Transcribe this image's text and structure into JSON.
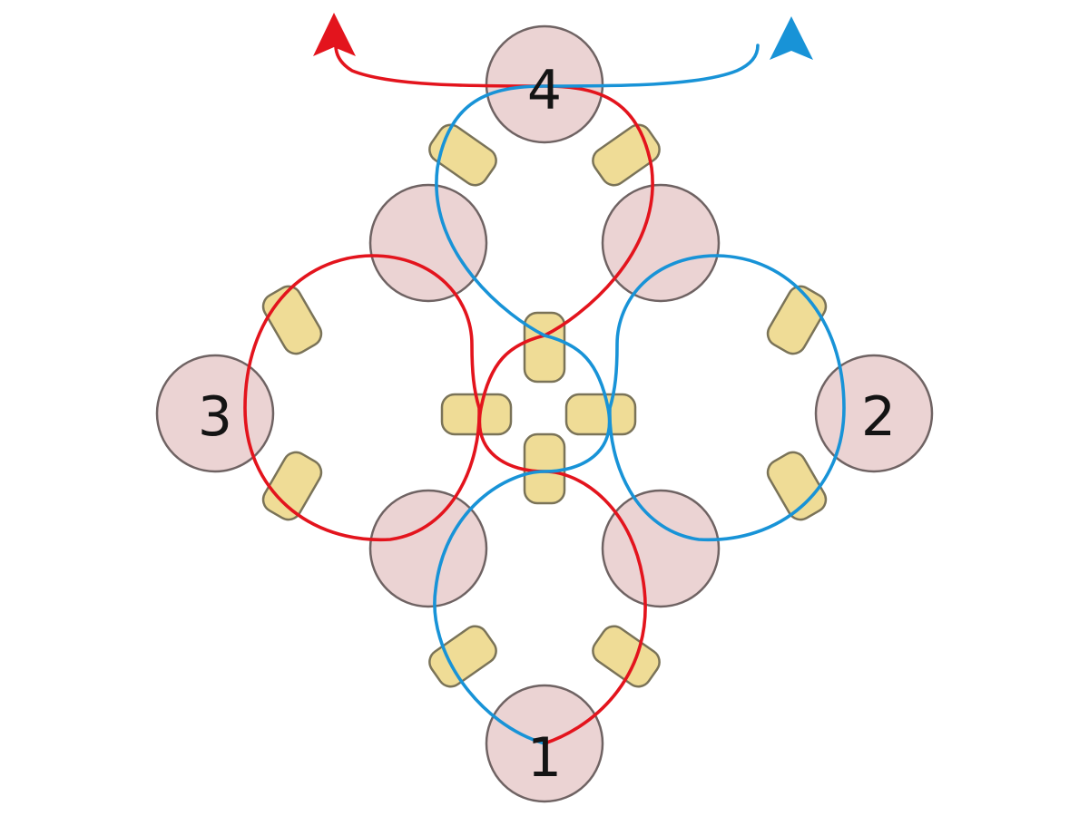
{
  "labels": {
    "bead_1": "1",
    "bead_2": "2",
    "bead_3": "3",
    "bead_4": "4"
  },
  "colors": {
    "thread_red": "#e3141d",
    "thread_blue": "#1893d7",
    "large_bead_fill": "#ebd3d3",
    "small_bead_fill": "#efdc96"
  },
  "icons": {
    "red_arrow": "arrowhead",
    "blue_arrow": "arrowhead"
  }
}
